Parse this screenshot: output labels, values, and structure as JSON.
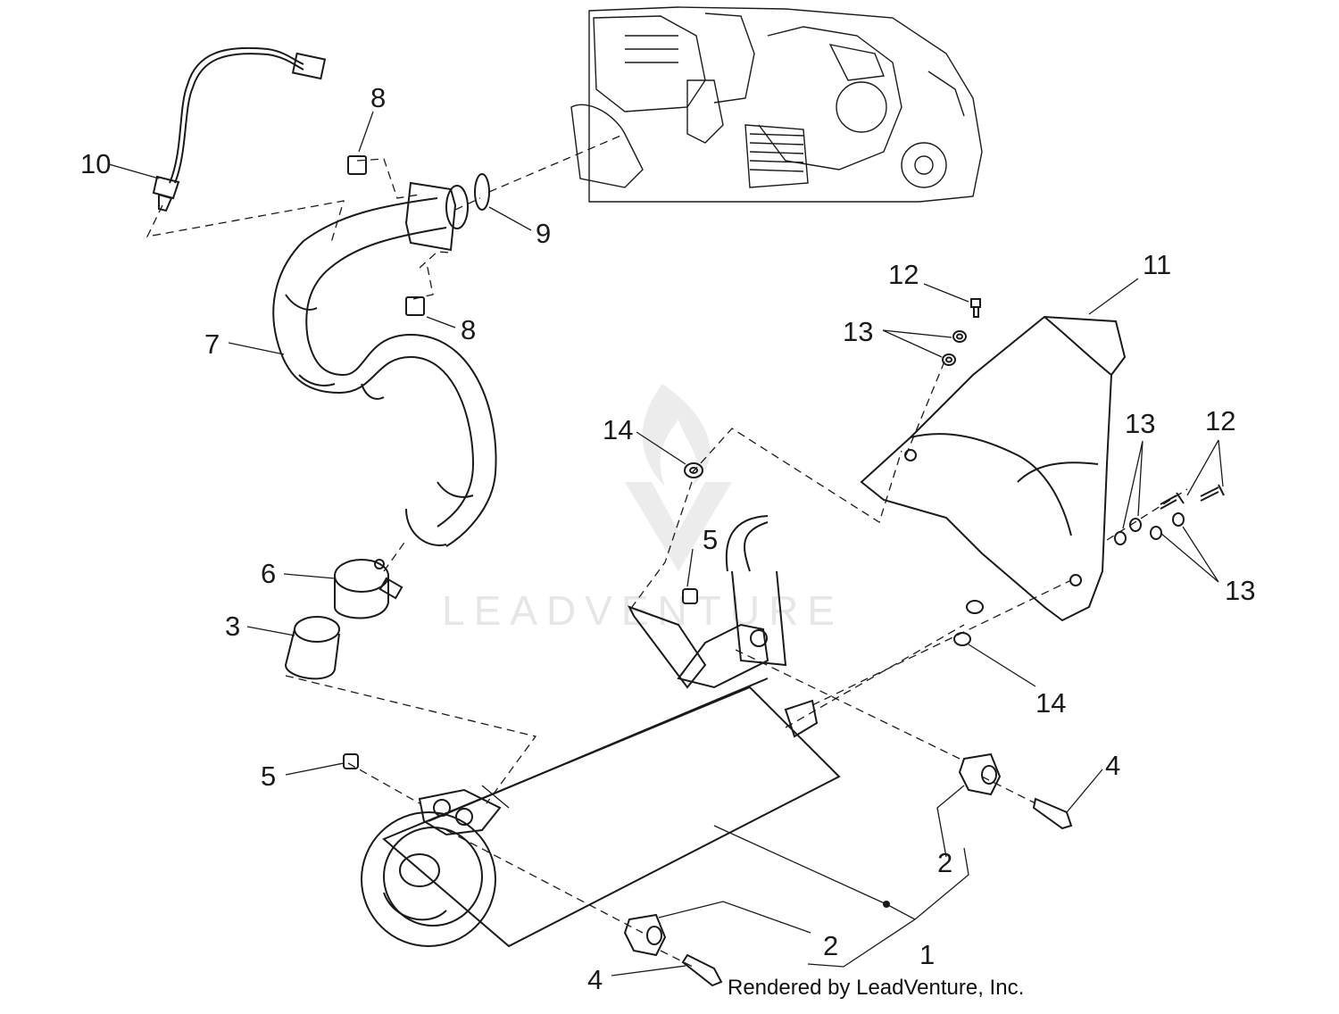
{
  "callouts": [
    {
      "id": "c1",
      "label": "1"
    },
    {
      "id": "c2a",
      "label": "2"
    },
    {
      "id": "c2b",
      "label": "2"
    },
    {
      "id": "c3",
      "label": "3"
    },
    {
      "id": "c4a",
      "label": "4"
    },
    {
      "id": "c4b",
      "label": "4"
    },
    {
      "id": "c5a",
      "label": "5"
    },
    {
      "id": "c5b",
      "label": "5"
    },
    {
      "id": "c6",
      "label": "6"
    },
    {
      "id": "c7",
      "label": "7"
    },
    {
      "id": "c8a",
      "label": "8"
    },
    {
      "id": "c8b",
      "label": "8"
    },
    {
      "id": "c9",
      "label": "9"
    },
    {
      "id": "c10",
      "label": "10"
    },
    {
      "id": "c11",
      "label": "11"
    },
    {
      "id": "c12a",
      "label": "12"
    },
    {
      "id": "c12b",
      "label": "12"
    },
    {
      "id": "c13a",
      "label": "13"
    },
    {
      "id": "c13b",
      "label": "13"
    },
    {
      "id": "c13c",
      "label": "13"
    },
    {
      "id": "c14a",
      "label": "14"
    },
    {
      "id": "c14b",
      "label": "14"
    }
  ],
  "watermark": "LEADVENTURE",
  "credit": "Rendered by LeadVenture, Inc."
}
